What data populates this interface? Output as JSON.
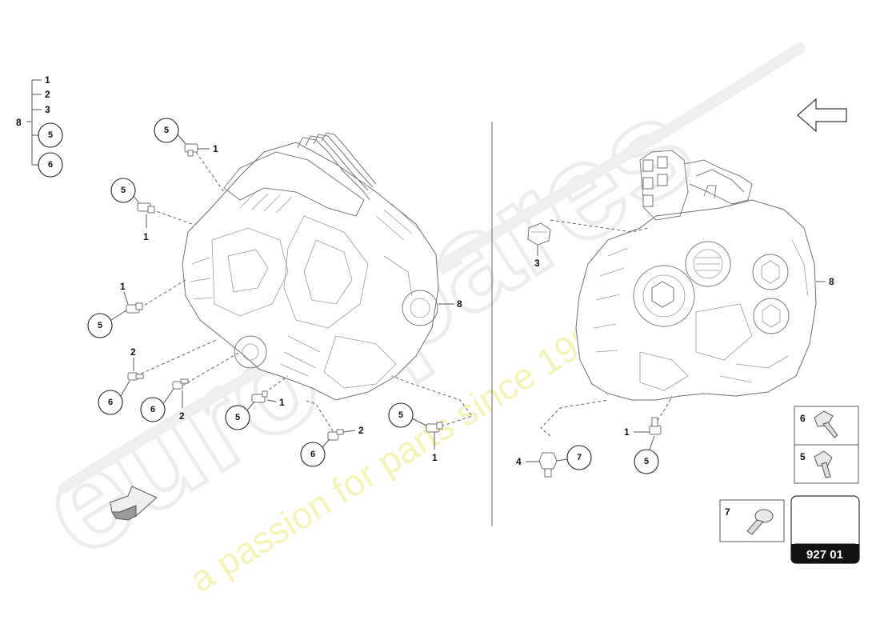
{
  "legend": {
    "root": "8",
    "items": [
      "1",
      "2",
      "3",
      "5",
      "6"
    ]
  },
  "left_view": {
    "labels": {
      "p1_top": "1",
      "p1_upper": "1",
      "p1_mid": "1",
      "p2_a": "2",
      "p2_b": "2",
      "p1_low": "1",
      "p2_low": "2",
      "p1_right": "1",
      "assembly": "8"
    },
    "callouts": {
      "c_top": "5",
      "c_upper": "5",
      "c_mid": "5",
      "c_6a": "6",
      "c_6b": "6",
      "c_low5": "5",
      "c_low6": "6",
      "c_right5": "5"
    }
  },
  "right_view": {
    "labels": {
      "part3": "3",
      "assembly": "8",
      "part1": "1",
      "part4": "4"
    },
    "callouts": {
      "c_7": "7",
      "c_5": "5"
    }
  },
  "fastener_boxes": {
    "box_6": "6",
    "box_5": "5",
    "box_7": "7"
  },
  "reference": "927 01",
  "watermark": {
    "brand": "eurospares",
    "tagline": "a passion for parts since 1985"
  }
}
